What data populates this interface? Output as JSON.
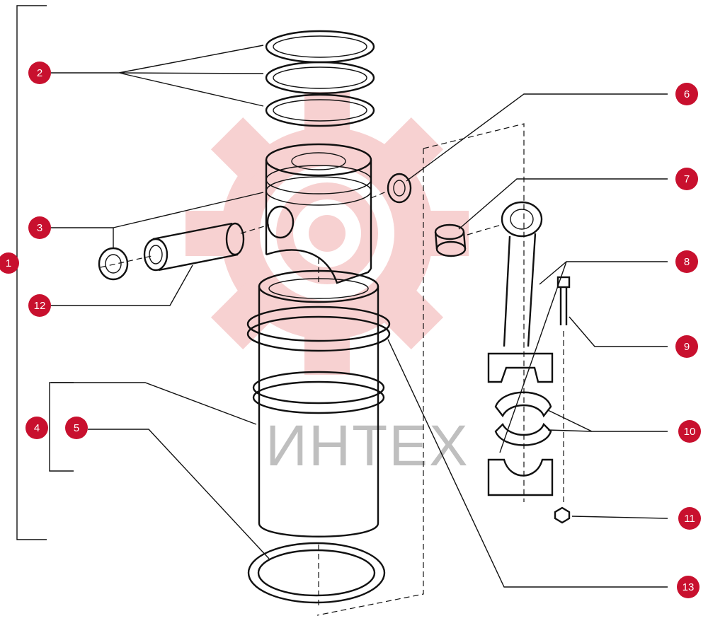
{
  "watermark": {
    "text": "ИНТЕХ",
    "gear_color": "#f6c9c9"
  },
  "callout_color": "#c8102e",
  "callouts": [
    "1",
    "2",
    "3",
    "4",
    "5",
    "6",
    "7",
    "8",
    "9",
    "10",
    "11",
    "12",
    "13"
  ]
}
